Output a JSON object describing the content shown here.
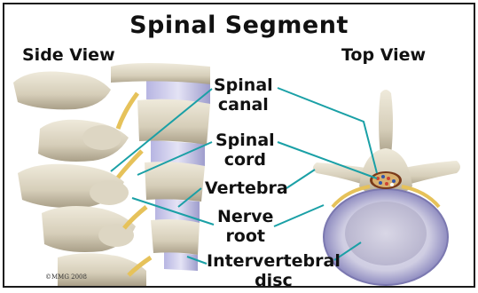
{
  "title": "Spinal Segment",
  "side_view_label": "Side View",
  "top_view_label": "Top View",
  "labels": {
    "spinal_canal": [
      "Spinal",
      "canal"
    ],
    "spinal_cord": [
      "Spinal",
      "cord"
    ],
    "vertebra": "Vertebra",
    "nerve_root": [
      "Nerve",
      "root"
    ],
    "intervertebral_disc": [
      "Intervertebral",
      "disc"
    ]
  },
  "copyright": "©MMG 2008",
  "colors": {
    "leader_line": "#1aa0a6",
    "bone": "#d8d1bf",
    "disc": "#a9a8d6",
    "nerve": "#e6c25a"
  }
}
